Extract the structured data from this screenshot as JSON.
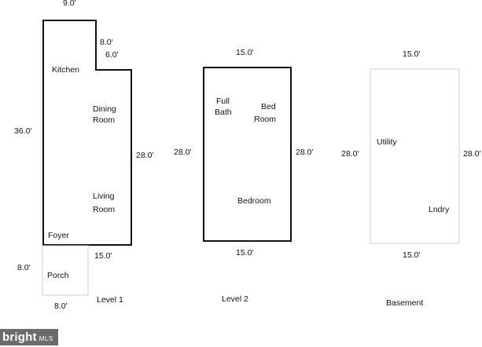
{
  "level1": {
    "title": "Level 1",
    "rooms": {
      "kitchen": "Kitchen",
      "dining_line1": "Dining",
      "dining_line2": "Room",
      "living_line1": "Living",
      "living_line2": "Room",
      "foyer": "Foyer",
      "porch": "Porch"
    },
    "dimensions": {
      "top_width": "9.0'",
      "notch_width": "8.0'",
      "notch_depth": "6.0'",
      "left_height": "36.0'",
      "right_height": "28.0'",
      "bottom_width": "15.0'",
      "porch_height": "8.0'",
      "porch_width": "8.0'"
    }
  },
  "level2": {
    "title": "Level 2",
    "rooms": {
      "full_bath_line1": "Full",
      "full_bath_line2": "Bath",
      "bed_room_line1": "Bed",
      "bed_room_line2": "Room",
      "bedroom": "Bedroom"
    },
    "dimensions": {
      "top_width": "15.0'",
      "bottom_width": "15.0'",
      "left_height": "28.0'",
      "right_height": "28.0'"
    }
  },
  "basement": {
    "title": "Basement",
    "rooms": {
      "utility": "Utility",
      "laundry": "Lndry"
    },
    "dimensions": {
      "top_width": "15.0'",
      "bottom_width": "15.0'",
      "left_height": "28.0'",
      "right_height": "28.0'"
    }
  },
  "watermark": {
    "brand": "bright",
    "suffix": "MLS"
  }
}
